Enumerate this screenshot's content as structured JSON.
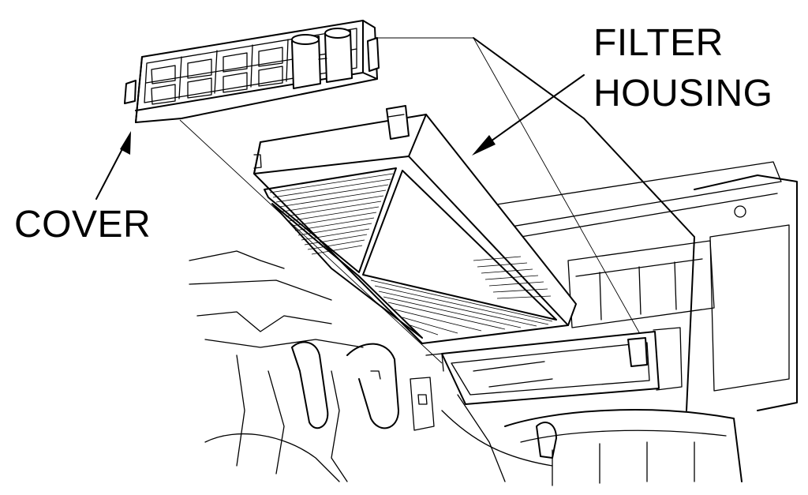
{
  "labels": {
    "filter_housing_line1": "FILTER",
    "filter_housing_line2": "HOUSING",
    "cover": "COVER"
  },
  "colors": {
    "ink": "#000000",
    "paper": "#ffffff"
  }
}
